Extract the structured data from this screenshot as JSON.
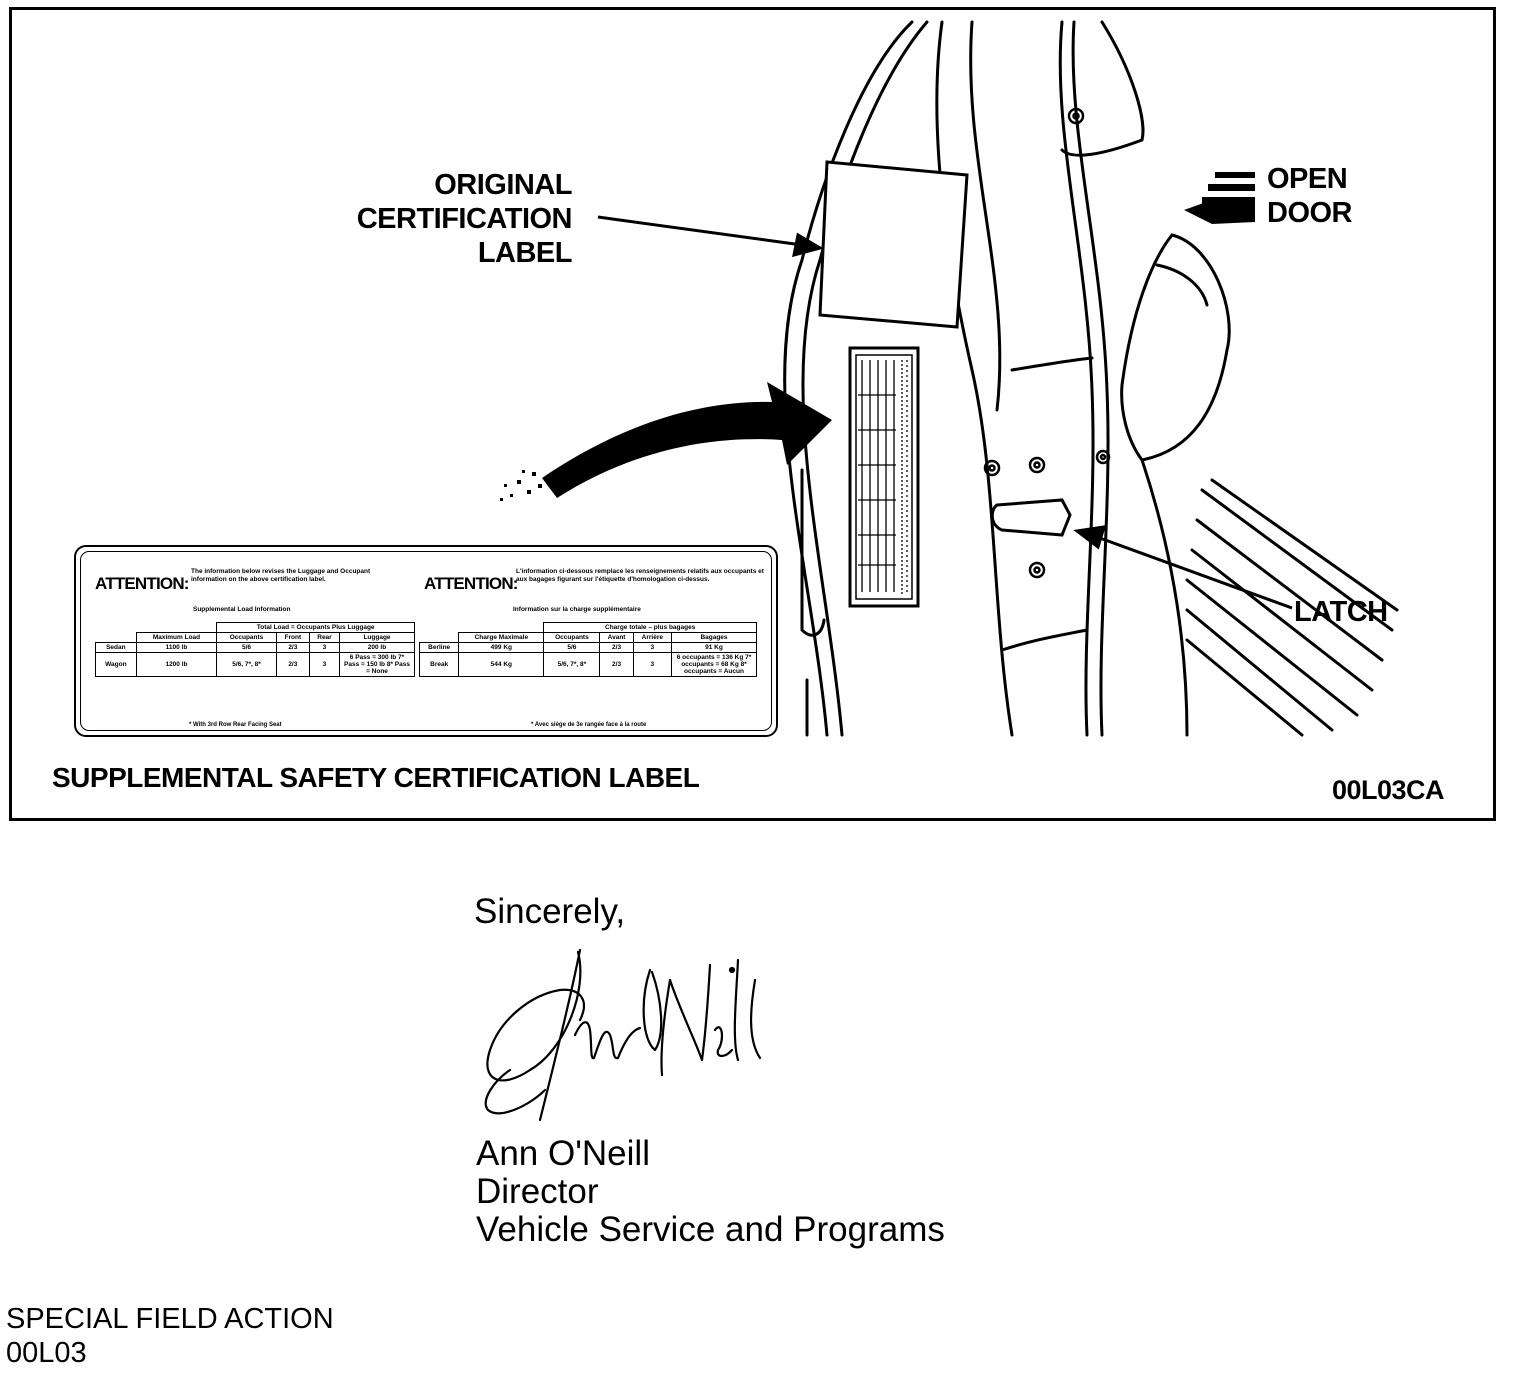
{
  "figure": {
    "callouts": {
      "original_label": [
        "ORIGINAL",
        "CERTIFICATION",
        "LABEL"
      ],
      "open_door": [
        "OPEN",
        "DOOR"
      ],
      "latch": "LATCH"
    },
    "caption": "SUPPLEMENTAL SAFETY CERTIFICATION LABEL",
    "code": "00L03CA",
    "label_card": {
      "english": {
        "attention": "ATTENTION:",
        "text": "The information below revises the Luggage and Occupant information on the above certification label.",
        "table_title": "Supplemental Load Information",
        "group_header": "Total Load = Occupants Plus Luggage",
        "headers": [
          "Maximum Load",
          "Occupants",
          "Front",
          "Rear",
          "Luggage"
        ],
        "rows": [
          [
            "Sedan",
            "1100 lb",
            "5/6",
            "2/3",
            "3",
            "200 lb"
          ],
          [
            "Wagon",
            "1200 lb",
            "5/6, 7*, 8*",
            "2/3",
            "3",
            "6 Pass = 300 lb 7* Pass = 150 lb 8* Pass = None"
          ]
        ],
        "note": "* With 3rd Row Rear Facing Seat"
      },
      "french": {
        "attention": "ATTENTION:",
        "text": "L'information ci-dessous remplace les renseignements relatifs aux occupants et aux bagages figurant sur l'étiquette d'homologation ci-dessus.",
        "table_title": "Information sur la charge supplémentaire",
        "group_header": "Charge totale – plus bagages",
        "headers": [
          "Charge Maximale",
          "Occupants",
          "Avant",
          "Arrière",
          "Bagages"
        ],
        "rows": [
          [
            "Berline",
            "499 Kg",
            "5/6",
            "2/3",
            "3",
            "91 Kg"
          ],
          [
            "Break",
            "544 Kg",
            "5/6, 7*, 8*",
            "2/3",
            "3",
            "6 occupants = 136 Kg 7* occupants = 68 Kg 8* occupants = Aucun"
          ]
        ],
        "note": "* Avec siège de 3e rangée face à la route"
      }
    }
  },
  "letter": {
    "closing": "Sincerely,",
    "signer_name": "Ann O'Neill",
    "signer_title": "Director",
    "signer_department": "Vehicle Service and Programs"
  },
  "footer": {
    "line1": "SPECIAL FIELD ACTION",
    "line2": "00L03"
  }
}
